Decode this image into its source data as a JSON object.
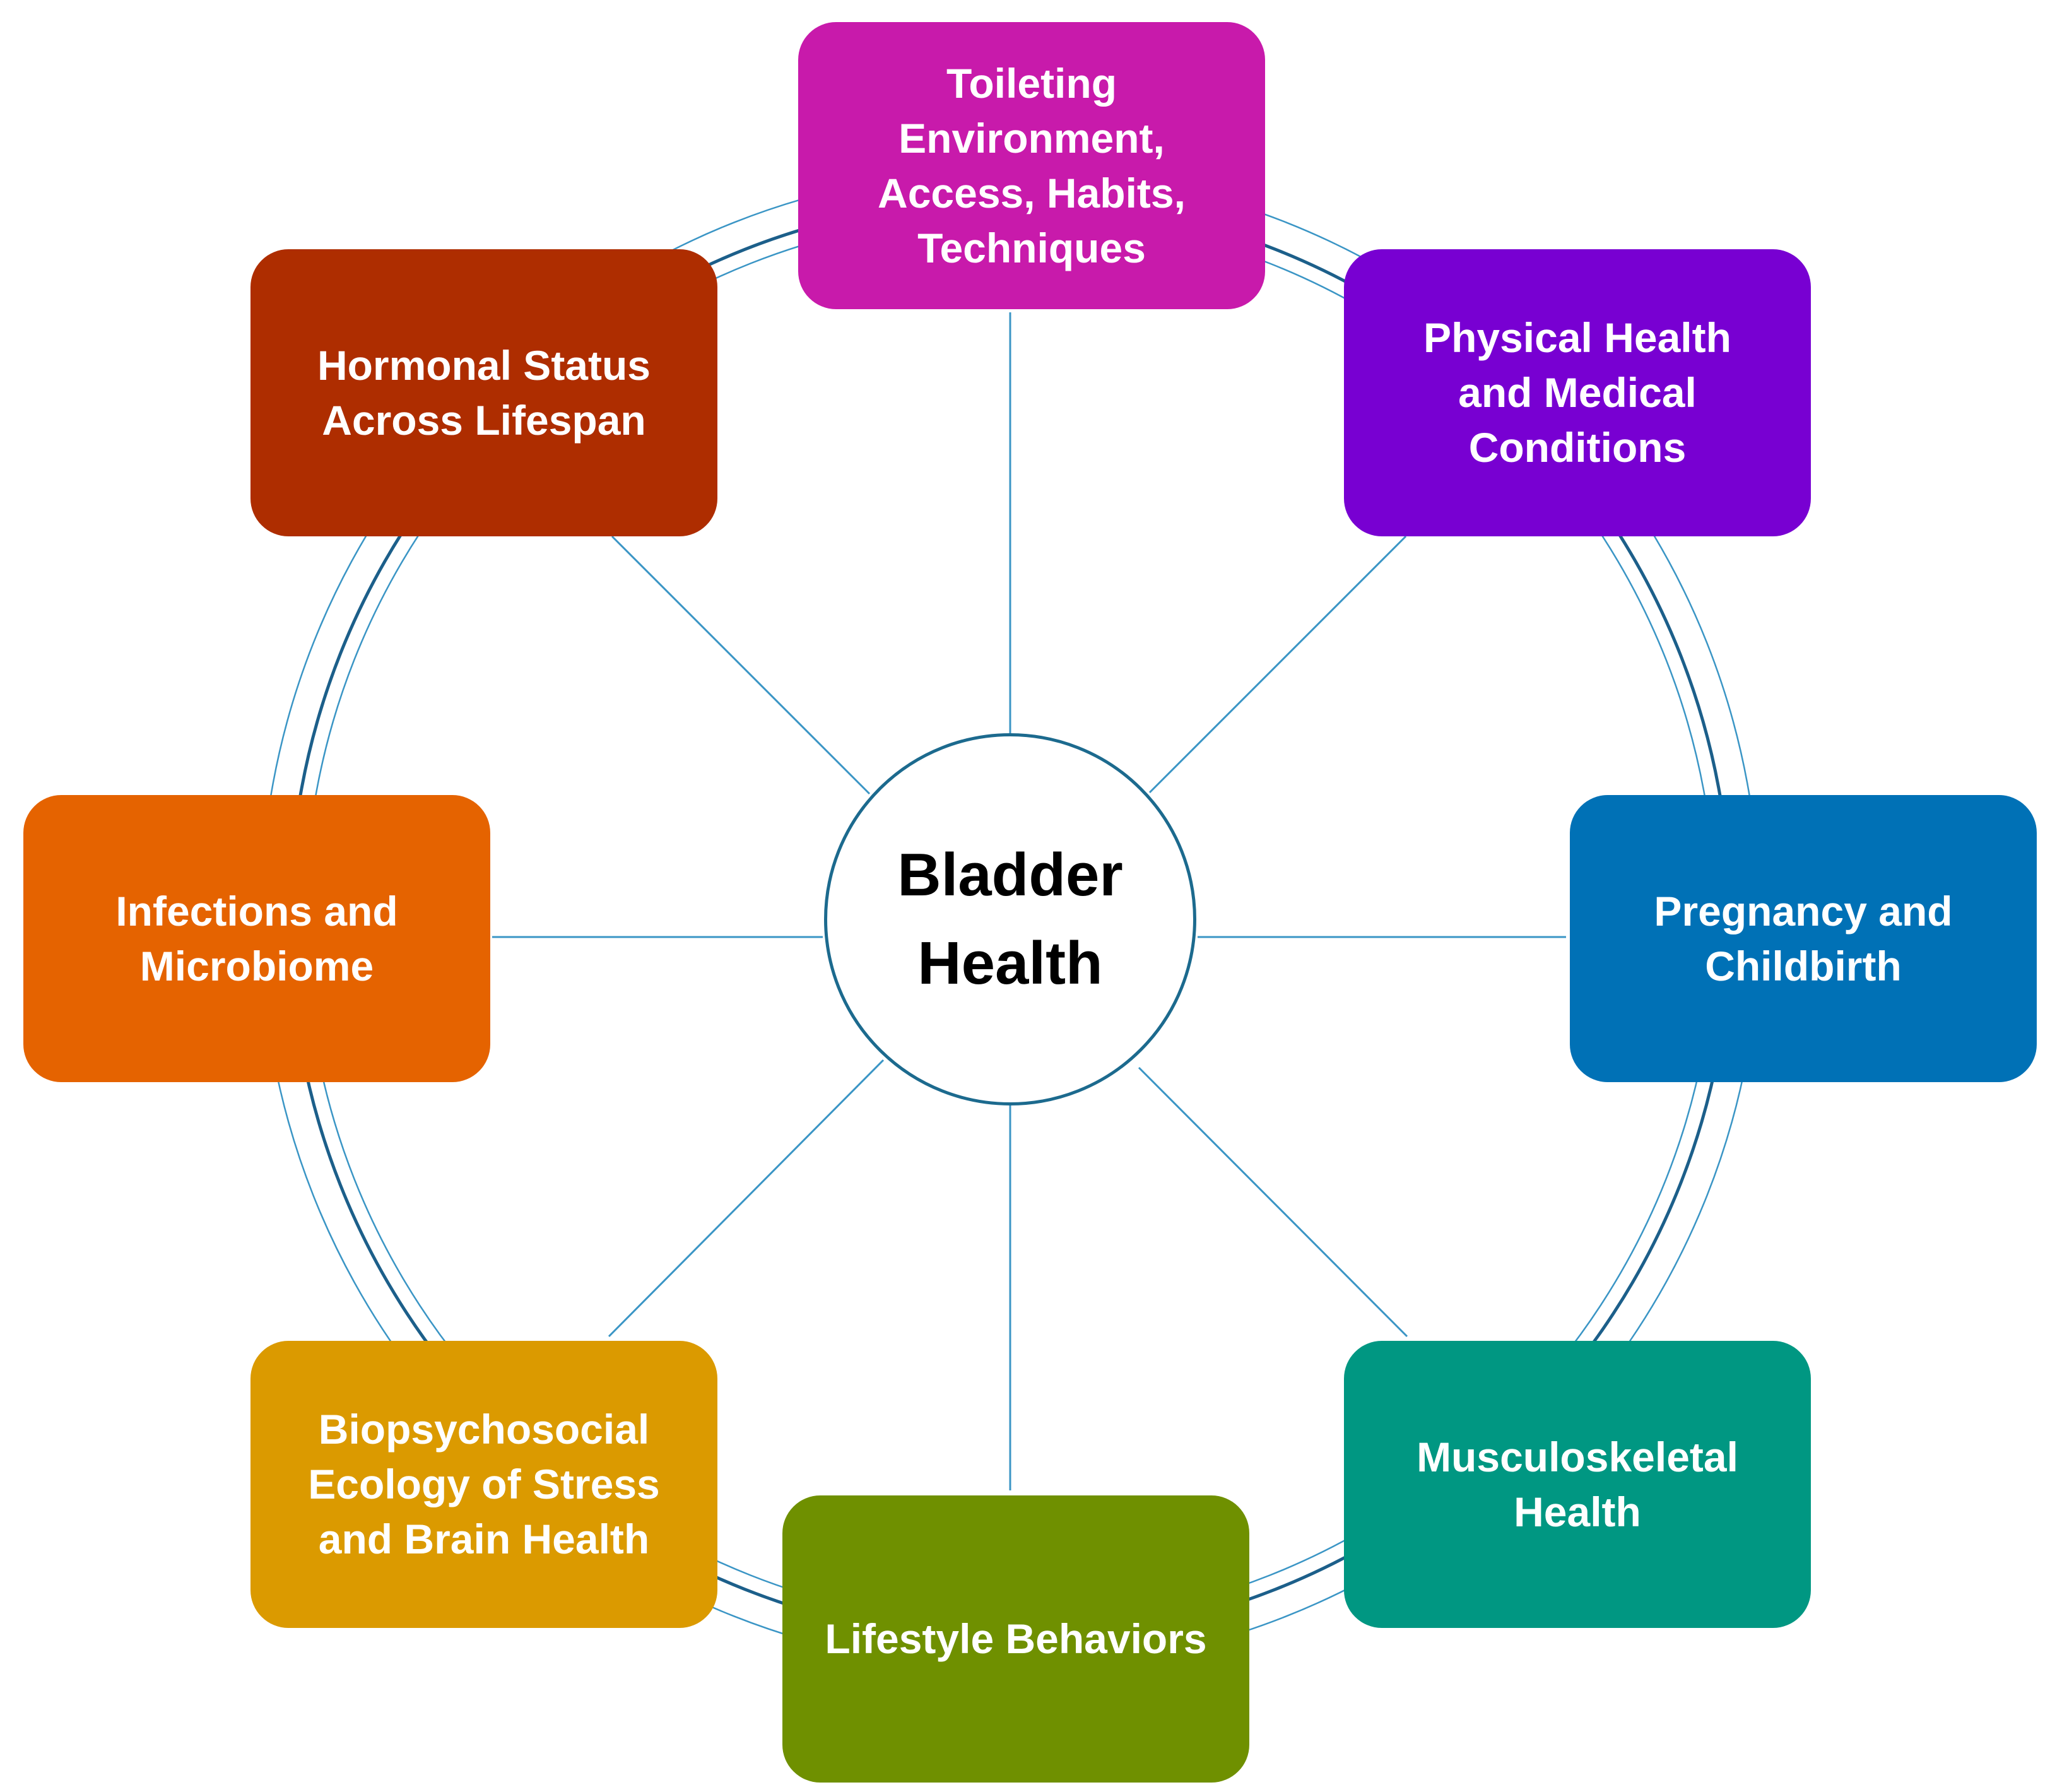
{
  "center": {
    "label": "Bladder\nHealth"
  },
  "nodes": [
    {
      "id": "toileting",
      "label": "Toileting\nEnvironment,\nAccess, Habits,\nTechniques",
      "color": "#c81aab"
    },
    {
      "id": "physical-health",
      "label": "Physical Health\nand Medical\nConditions",
      "color": "#7800d2"
    },
    {
      "id": "pregnancy",
      "label": "Pregnancy and\nChildbirth",
      "color": "#0071b6"
    },
    {
      "id": "musculoskeletal",
      "label": "Musculoskeletal\nHealth",
      "color": "#009782"
    },
    {
      "id": "lifestyle",
      "label": "Lifestyle Behaviors",
      "color": "#6f9000"
    },
    {
      "id": "biopsychosocial",
      "label": "Biopsychosocial\nEcology of Stress\nand Brain Health",
      "color": "#db9a00"
    },
    {
      "id": "infections",
      "label": "Infections and\nMicrobiome",
      "color": "#e56300"
    },
    {
      "id": "hormonal",
      "label": "Hormonal Status\nAcross Lifespan",
      "color": "#ae2d00"
    }
  ],
  "colors": {
    "ring_dark": "#1c5f8a",
    "ring_light": "#3a95c5",
    "spoke": "#3a95c5",
    "center_border": "#1c6a8e"
  }
}
